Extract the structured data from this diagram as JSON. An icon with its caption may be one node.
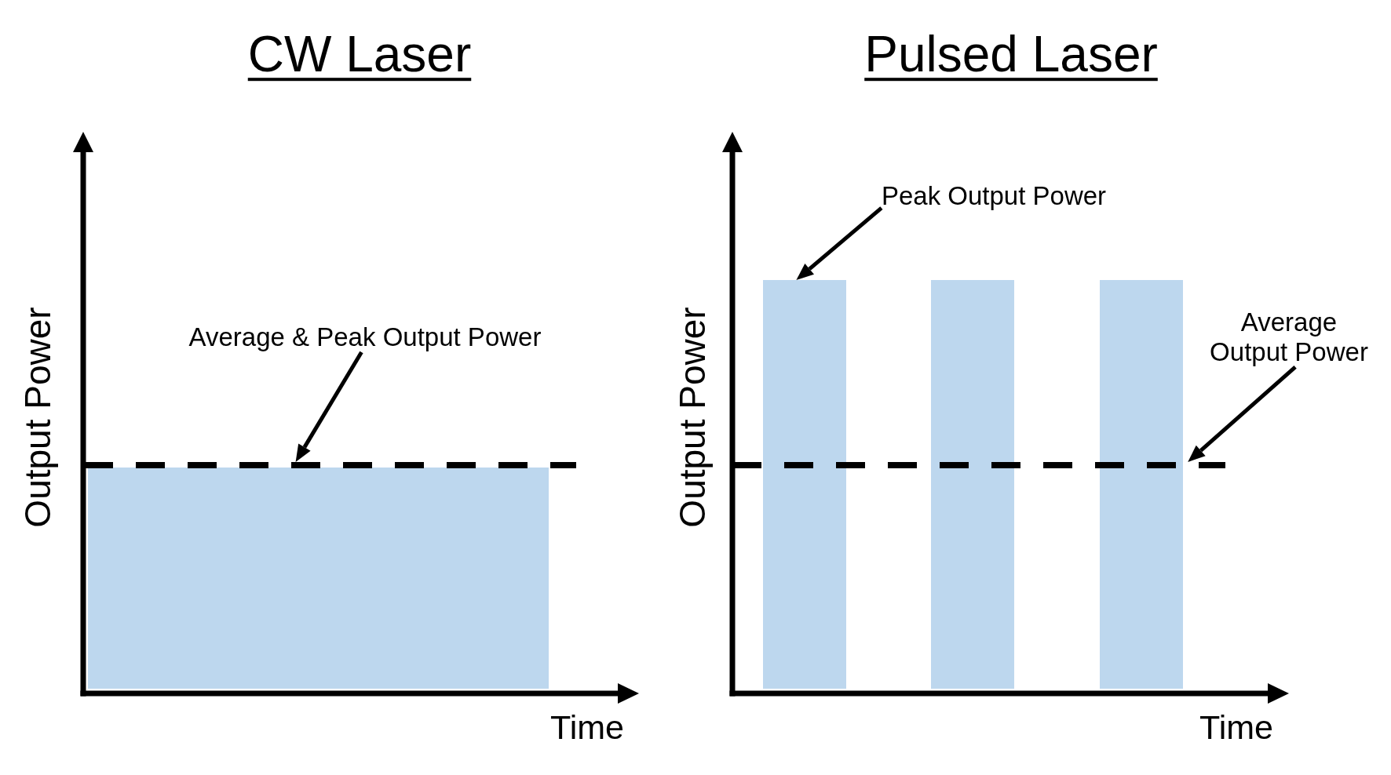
{
  "diagram": {
    "nodes": [
      {
        "text": [
          "Average & Peak Output Power"
        ]
      },
      {
        "text": [],
        "shape": "line"
      },
      {
        "text": [],
        "shape": "box"
      },
      {
        "text": [
          "Peak Output Power"
        ]
      },
      {
        "text": [],
        "shape": "bar"
      },
      {
        "text": [],
        "shape": "bar"
      },
      {
        "text": [],
        "shape": "bar"
      },
      {
        "text": [
          "Average Output Power"
        ]
      },
      {
        "text": [],
        "shape": "line"
      }
    ],
    "edges": [
      {
        "from": 0,
        "to": 1,
        "arrow": "to"
      },
      {
        "from": 3,
        "to": 4,
        "arrow": "to"
      },
      {
        "from": 7,
        "to": 8,
        "arrow": "to"
      }
    ],
    "labels": [
      "CW Laser",
      "Output Power",
      "Time",
      "Pulsed Laser",
      "Output Power",
      "Time"
    ]
  }
}
